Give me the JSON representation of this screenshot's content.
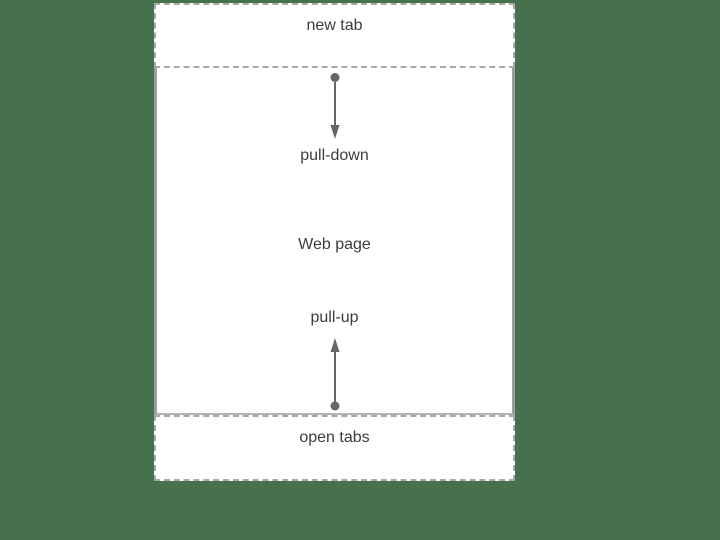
{
  "zones": {
    "new_tab": {
      "label": "new tab"
    },
    "web_page": {
      "label": "Web page"
    },
    "open_tabs": {
      "label": "open tabs"
    }
  },
  "gestures": {
    "pull_down": {
      "label": "pull-down",
      "direction": "down"
    },
    "pull_up": {
      "label": "pull-up",
      "direction": "up"
    }
  },
  "colors": {
    "background": "#47714e",
    "surface": "#ffffff",
    "dashed_border": "#a8a8a8",
    "solid_border": "#9e9e9e",
    "solid_border_light": "#b4b4b4",
    "arrow": "#666666",
    "text": "#3c3c3c"
  }
}
